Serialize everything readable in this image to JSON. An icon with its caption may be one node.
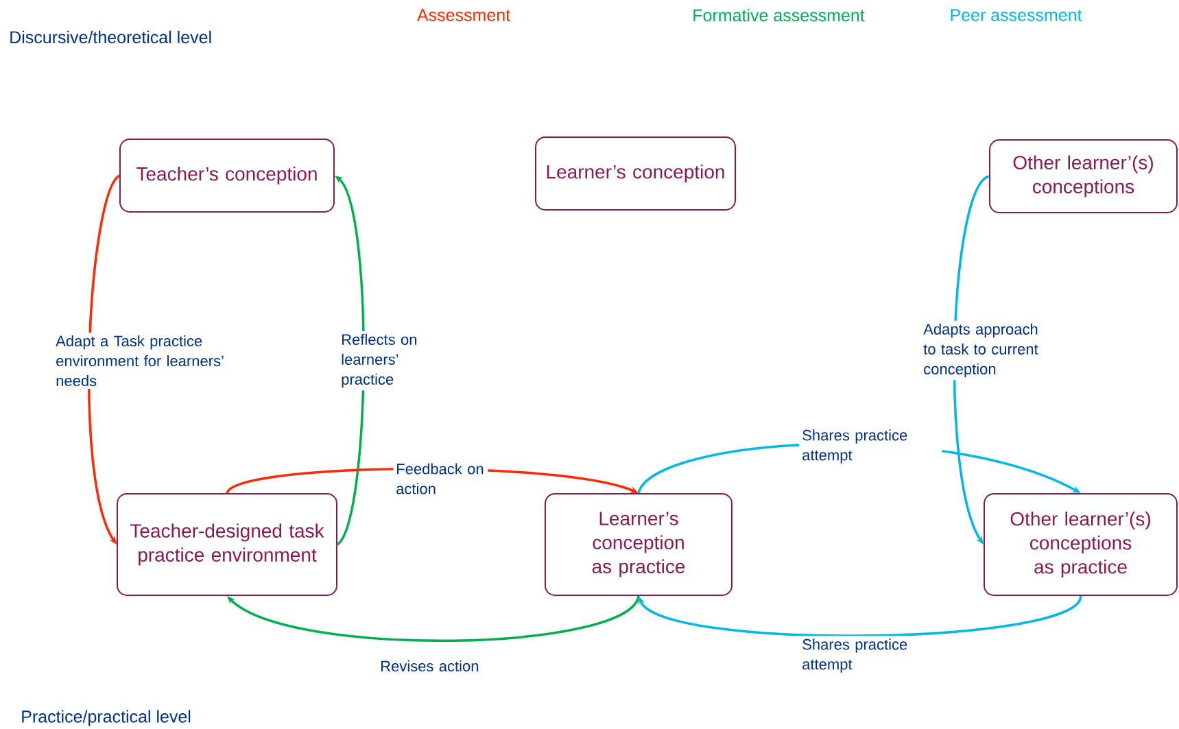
{
  "diagram": {
    "nodes": [
      {
        "text": [
          "Teacher’s conception"
        ]
      },
      {
        "text": [
          "Learner’s conception"
        ]
      },
      {
        "text": [
          "Other learner’(s) conceptions"
        ]
      },
      {
        "text": [
          "Teacher-designed task practice environment"
        ]
      },
      {
        "text": [
          "Learner’s conception as practice"
        ]
      },
      {
        "text": [
          "Other learner’(s) conceptions as practice"
        ]
      }
    ],
    "edges": [
      {
        "from": 0,
        "to": 3,
        "arrow": "to",
        "label": "Adapt a Task practice environment for learners’ needs",
        "color": "#ff2a00"
      },
      {
        "from": 3,
        "to": 0,
        "arrow": "to",
        "label": "Reflects on learners’ practice",
        "color": "#00b050"
      },
      {
        "from": 3,
        "to": 4,
        "arrow": "to",
        "label": "Feedback on action",
        "color": "#ff2a00"
      },
      {
        "from": 4,
        "to": 5,
        "arrow": "to",
        "label": "Shares practice attempt",
        "color": "#00b8e8"
      },
      {
        "from": 2,
        "to": 5,
        "arrow": "to",
        "label": "Adapts approach to task to current conception",
        "color": "#00b8e8"
      },
      {
        "from": 4,
        "to": 3,
        "arrow": "to",
        "label": "Revises action",
        "color": "#00b050"
      },
      {
        "from": 5,
        "to": 4,
        "arrow": "to",
        "label": "Shares practice attempt",
        "color": "#00b8e8"
      }
    ],
    "labels": [
      "Assessment",
      "Formative assessment",
      "Peer assessment",
      "Discursive/theoretical level",
      "Practice/practical level"
    ]
  }
}
